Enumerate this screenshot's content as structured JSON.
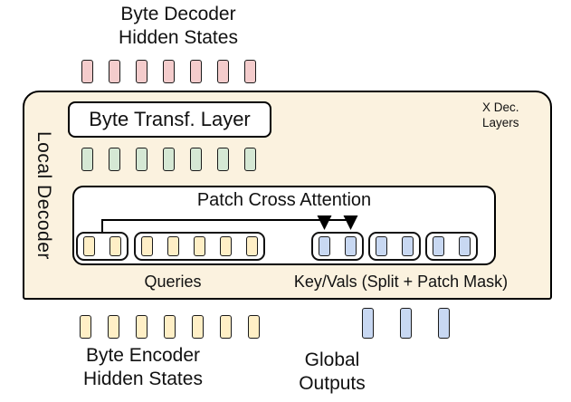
{
  "top_label": {
    "line1": "Byte Decoder",
    "line2": "Hidden States"
  },
  "local_decoder": {
    "label": "Local Decoder",
    "layers_note": {
      "line1": "X Dec.",
      "line2": "Layers"
    },
    "byte_transf_layer_label": "Byte Transf. Layer",
    "patch_cross_attention": {
      "title": "Patch Cross Attention",
      "queries_label": "Queries",
      "keyvals_label": "Key/Vals (Split + Patch Mask)",
      "query_groups": [
        {
          "token_count": 2
        },
        {
          "token_count": 5
        }
      ],
      "keyval_groups": [
        {
          "token_count": 2
        },
        {
          "token_count": 2
        },
        {
          "token_count": 2
        }
      ]
    }
  },
  "token_rows": {
    "byte_decoder_hidden_states": {
      "token_count": 7,
      "color": "#f4cccc"
    },
    "byte_transf_output": {
      "token_count": 7,
      "color": "#d5e8d4"
    },
    "byte_encoder_hidden_states": {
      "token_count": 7,
      "color": "#ffefc6"
    },
    "global_outputs": {
      "token_count": 3,
      "color": "#c8d8f2"
    }
  },
  "bottom_labels": {
    "encoder": {
      "line1": "Byte Encoder",
      "line2": "Hidden States"
    },
    "global": {
      "line1": "Global",
      "line2": "Outputs"
    }
  },
  "colors": {
    "page_bg": "#ffffff",
    "decoder_box_bg": "#fbf2df",
    "box_border": "#000000",
    "query_token": "#ffefc6",
    "keyval_token": "#c8d8f2",
    "token_border": "#1a1a1a",
    "arrow": "#000000"
  }
}
